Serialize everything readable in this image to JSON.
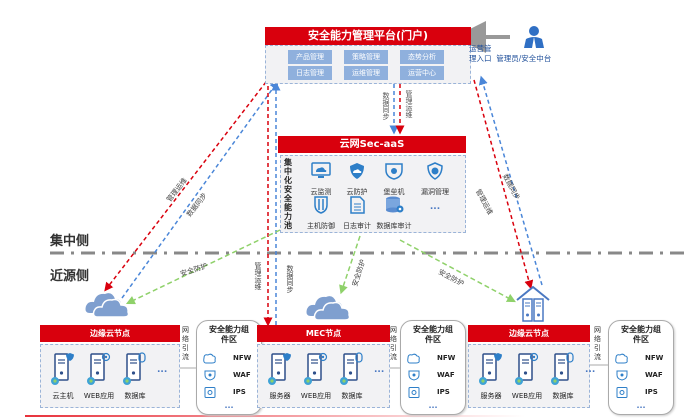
{
  "portal": {
    "title": "安全能力管理平台(门户)",
    "modules": [
      "产品管理",
      "策略管理",
      "态势分析",
      "日志管理",
      "运维管理",
      "运营中心"
    ]
  },
  "admin": {
    "entry_label": "运营管理入口",
    "entry_line1": "运营管",
    "entry_line2": "理入口",
    "role_label": "管理员/安全中台",
    "icon": "user-icon"
  },
  "secaas": {
    "title": "云网Sec-aaS",
    "pool_label": "集中化安全能力池",
    "pool_chars": [
      "集",
      "中",
      "化",
      "安",
      "全",
      "能",
      "力",
      "池"
    ],
    "capabilities": [
      {
        "label": "云监测",
        "icon": "cloud-monitor-icon"
      },
      {
        "label": "云防护",
        "icon": "cloud-shield-icon"
      },
      {
        "label": "堡垒机",
        "icon": "bastion-host-icon"
      },
      {
        "label": "漏洞管理",
        "icon": "vulnerability-icon"
      },
      {
        "label": "主机防御",
        "icon": "host-defense-icon"
      },
      {
        "label": "日志审计",
        "icon": "log-audit-icon"
      },
      {
        "label": "数据库审计",
        "icon": "db-audit-icon"
      },
      {
        "label": "...",
        "icon": "more-icon"
      }
    ]
  },
  "zones": {
    "central": "集中侧",
    "edge": "近源侧"
  },
  "links": {
    "mgmt_ops": "管理运维",
    "data_sync": "数据同步",
    "security_protect": "安全防护",
    "net_diversion": "网络引流",
    "net_chars": [
      "网",
      "络",
      "引",
      "流"
    ]
  },
  "nodes": [
    {
      "title": "边缘云节点",
      "servers": [
        {
          "label": "云主机",
          "badge": "shield"
        },
        {
          "label": "WEB应用",
          "badge": "gear"
        },
        {
          "label": "数据库",
          "badge": "lock"
        }
      ],
      "more": "..."
    },
    {
      "title": "MEC节点",
      "servers": [
        {
          "label": "服务器",
          "badge": "shield"
        },
        {
          "label": "WEB应用",
          "badge": "gear"
        },
        {
          "label": "数据库",
          "badge": "lock"
        }
      ],
      "more": "..."
    },
    {
      "title": "边缘云节点",
      "servers": [
        {
          "label": "服务器",
          "badge": "shield"
        },
        {
          "label": "WEB应用",
          "badge": "gear"
        },
        {
          "label": "数据库",
          "badge": "lock"
        }
      ],
      "more": "..."
    }
  ],
  "component_zone": {
    "title_line1": "安全能力组",
    "title_line2": "件区",
    "items": [
      "NFW",
      "WAF",
      "IPS"
    ],
    "more": "..."
  },
  "colors": {
    "red": "#d9000d",
    "blue": "#4a86d8",
    "green": "#8fd16a",
    "chip": "#8fb0dd",
    "cloud": "#7f9fcf",
    "gray_line": "#888888"
  }
}
